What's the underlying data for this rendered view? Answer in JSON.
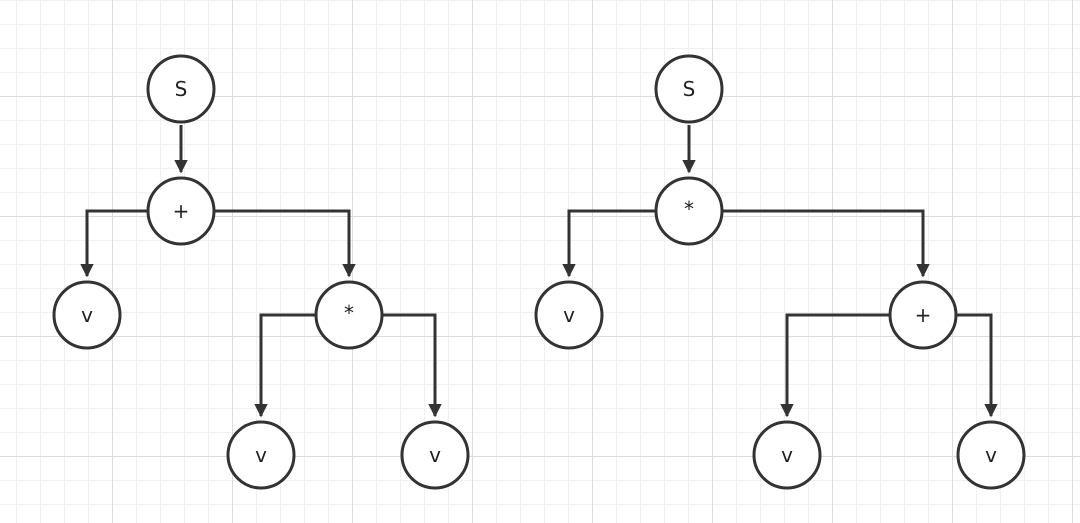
{
  "trees": [
    {
      "nodes": [
        {
          "id": "n1",
          "label": "S"
        },
        {
          "id": "n2",
          "label": "+"
        },
        {
          "id": "n3",
          "label": "v"
        },
        {
          "id": "n4",
          "label": "*"
        },
        {
          "id": "n5",
          "label": "v"
        },
        {
          "id": "n6",
          "label": "v"
        }
      ]
    },
    {
      "nodes": [
        {
          "id": "m1",
          "label": "S"
        },
        {
          "id": "m2",
          "label": "*"
        },
        {
          "id": "m3",
          "label": "v"
        },
        {
          "id": "m4",
          "label": "+"
        },
        {
          "id": "m5",
          "label": "v"
        },
        {
          "id": "m6",
          "label": "v"
        }
      ]
    }
  ]
}
